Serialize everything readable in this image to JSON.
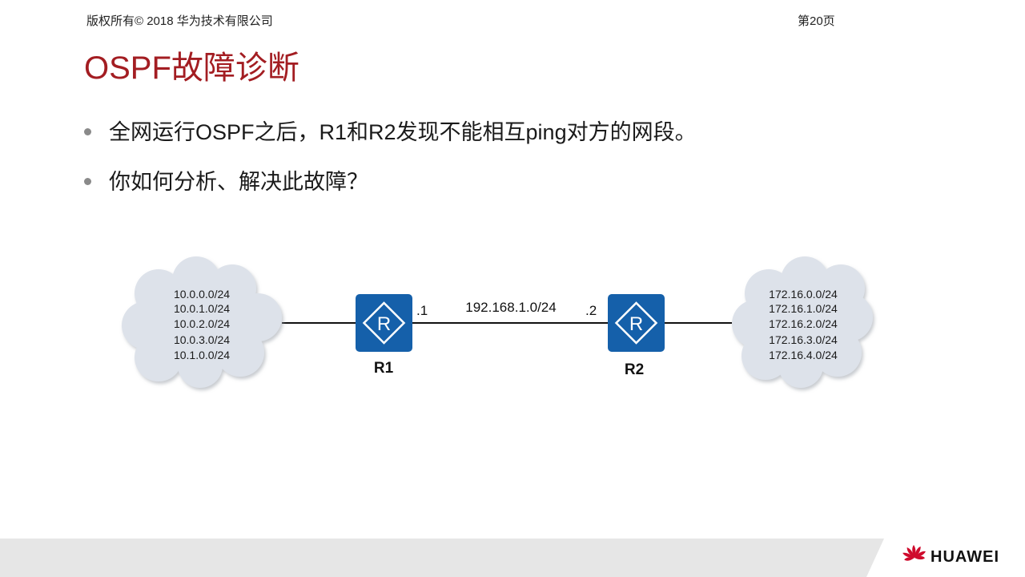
{
  "slide": {
    "title": "OSPF故障诊断",
    "bullets": [
      "全网运行OSPF之后，R1和R2发现不能相互ping对方的网段。",
      "你如何分析、解决此故障？"
    ]
  },
  "diagram": {
    "left_cloud_networks": [
      "10.0.0.0/24",
      "10.0.1.0/24",
      "10.0.2.0/24",
      "10.0.3.0/24",
      "10.1.0.0/24"
    ],
    "right_cloud_networks": [
      "172.16.0.0/24",
      "172.16.1.0/24",
      "172.16.2.0/24",
      "172.16.3.0/24",
      "172.16.4.0/24"
    ],
    "r1_label": "R1",
    "r2_label": "R2",
    "router_glyph": "R",
    "link_network": "192.168.1.0/24",
    "r1_interface": ".1",
    "r2_interface": ".2",
    "router_color": "#1560aa",
    "cloud_color": "#dde2ea"
  },
  "footer": {
    "copyright": "版权所有© 2018 华为技术有限公司",
    "page": "第20页",
    "brand": "HUAWEI",
    "brand_logo_icon": "huawei-logo-icon",
    "logo_color": "#cf0a2c"
  }
}
